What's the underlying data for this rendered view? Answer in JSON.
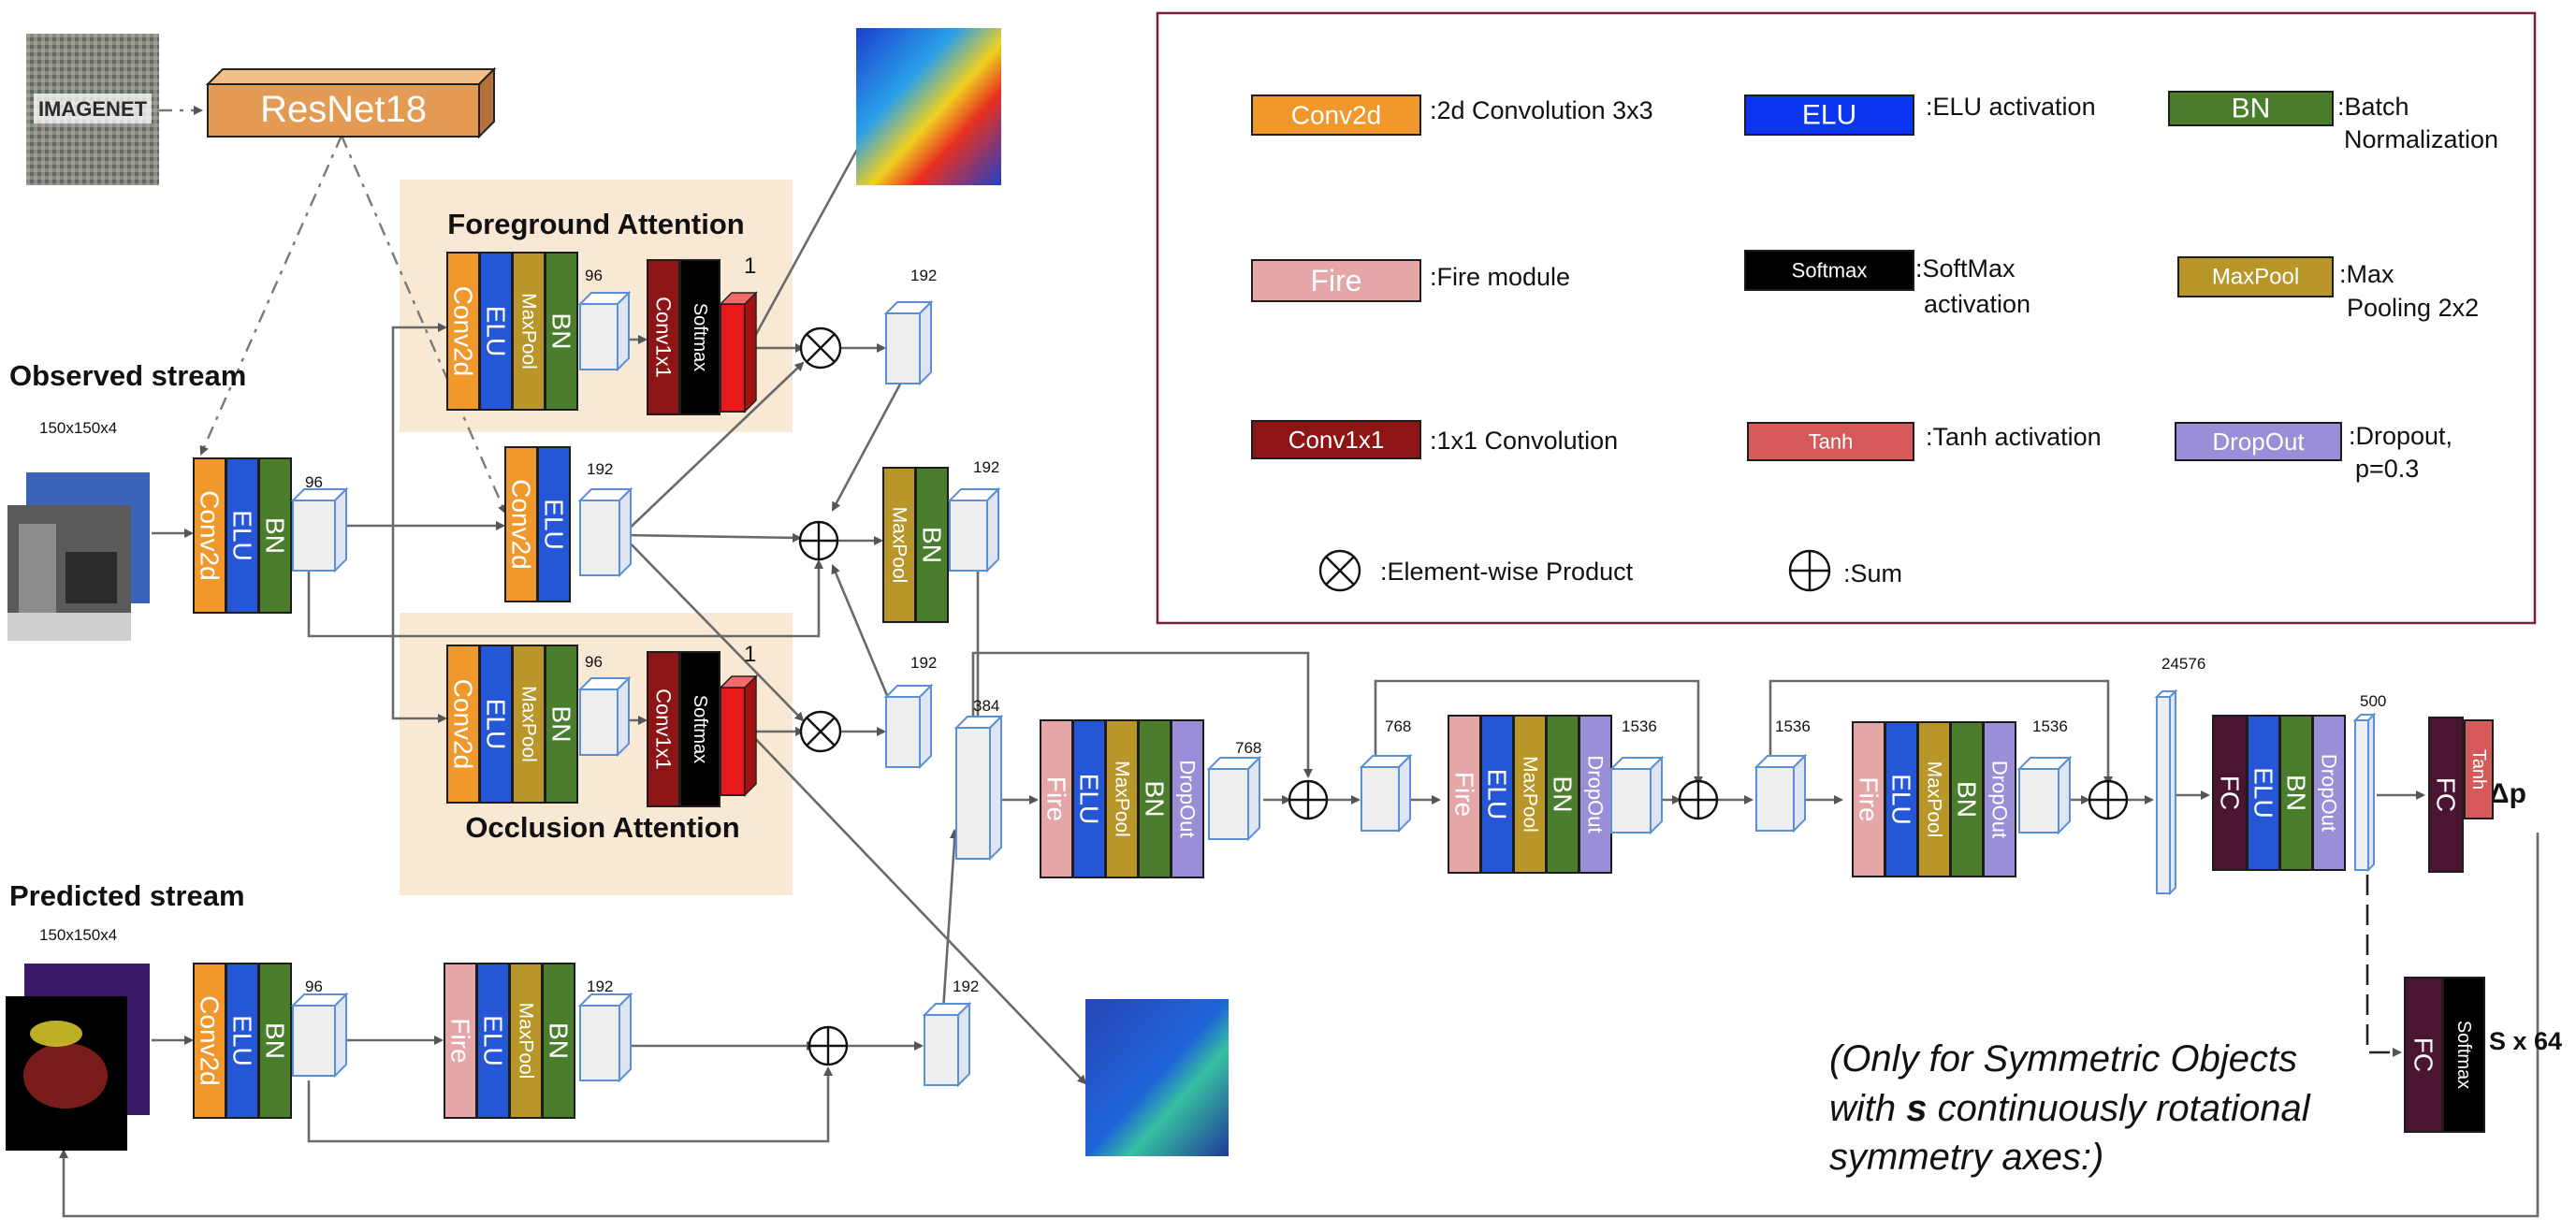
{
  "colors": {
    "conv2d": "#f0982c",
    "elu": "#2456d6",
    "maxpool": "#b8962a",
    "bn": "#4a7e2c",
    "fire": "#e4a6a6",
    "dropout": "#9a8ed8",
    "conv1x1": "#8e1515",
    "softmax": "#000000",
    "red_bar": "#e8191b",
    "tanh": "#d65a5a",
    "fc": "#4a1530",
    "resnet": "#e39a52",
    "attention_bg": "#f9e8d3",
    "feature": "#eceeef",
    "feature_edge": "#5b8fd8",
    "legend_border": "#7b1f45",
    "elu_legend": "#0b35f0"
  },
  "resnet_label": "ResNet18",
  "imagenet_label": "IMAGENET",
  "streams": {
    "observed": {
      "label": "Observed stream",
      "dims": "150x150x4"
    },
    "predicted": {
      "label": "Predicted stream",
      "dims": "150x150x4"
    }
  },
  "attention": {
    "foreground_title": "Foreground Attention",
    "occlusion_title": "Occlusion Attention",
    "channel_out": "1"
  },
  "blocks": {
    "conv2d": "Conv2d",
    "elu": "ELU",
    "bn": "BN",
    "maxpool": "MaxPool",
    "fire": "Fire",
    "dropout": "DropOut",
    "conv1x1": "Conv1x1",
    "softmax": "Softmax",
    "fc": "FC",
    "tanh": "Tanh"
  },
  "dims": {
    "d96": "96",
    "d192": "192",
    "d384": "384",
    "d768": "768",
    "d1536": "1536",
    "d24576": "24576",
    "d500": "500"
  },
  "outputs": {
    "delta_p": "Δp",
    "sym": "S x 64",
    "note_line1": "(Only for Symmetric Objects",
    "note_line2_pre": "with ",
    "note_line2_bold": "s",
    "note_line2_post": " continuously rotational",
    "note_line3": "symmetry axes:)"
  },
  "legend": {
    "conv2d": {
      "key": "Conv2d",
      "desc": ":2d Convolution 3x3"
    },
    "elu": {
      "key": "ELU",
      "desc": ":ELU activation"
    },
    "bn": {
      "key": "BN",
      "desc1": ":Batch",
      "desc2": "Normalization"
    },
    "fire": {
      "key": "Fire",
      "desc": ":Fire module"
    },
    "softmax": {
      "key": "Softmax",
      "desc1": ":SoftMax",
      "desc2": "activation"
    },
    "maxpool": {
      "key": "MaxPool",
      "desc1": ":Max",
      "desc2": "Pooling 2x2"
    },
    "conv1x1": {
      "key": "Conv1x1",
      "desc": ":1x1 Convolution"
    },
    "tanh": {
      "key": "Tanh",
      "desc": ":Tanh activation"
    },
    "dropout": {
      "key": "DropOut",
      "desc1": ":Dropout,",
      "desc2": "p=0.3"
    },
    "product": {
      "desc": ":Element-wise Product"
    },
    "sum": {
      "desc": ":Sum"
    }
  }
}
